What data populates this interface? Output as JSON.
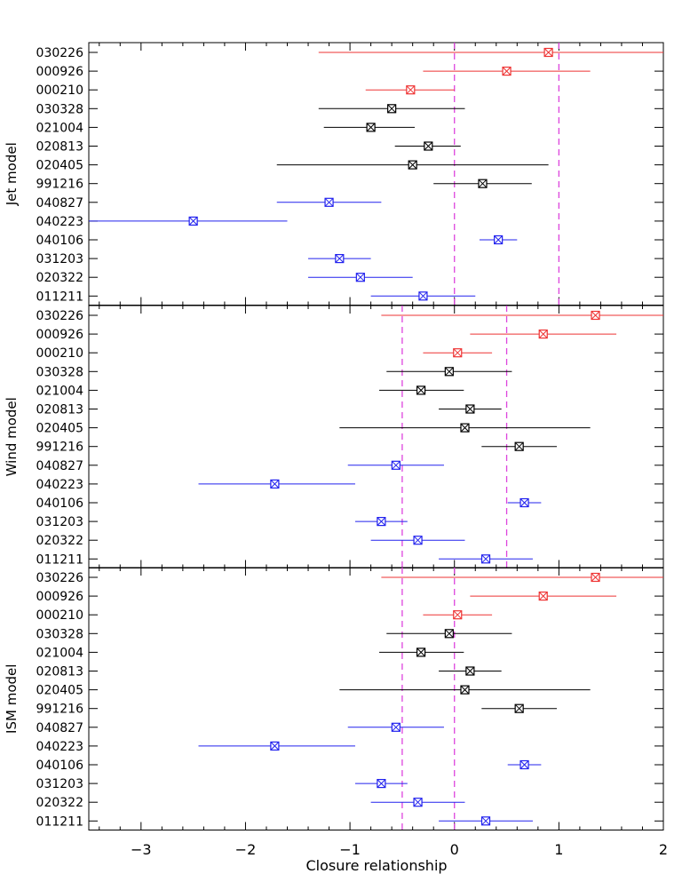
{
  "chart_data": [
    {
      "type": "scatter",
      "panel": "jet",
      "ylabel": "Jet model",
      "xlim": [
        -3.5,
        2
      ],
      "vlines": [
        0,
        1
      ],
      "points": [
        {
          "grb": "030226",
          "x": 0.9,
          "lo": -1.3,
          "hi": 2.0,
          "color": "red"
        },
        {
          "grb": "000926",
          "x": 0.5,
          "lo": -0.3,
          "hi": 1.3,
          "color": "red"
        },
        {
          "grb": "000210",
          "x": -0.42,
          "lo": -0.85,
          "hi": 0.0,
          "color": "red"
        },
        {
          "grb": "030328",
          "x": -0.6,
          "lo": -1.3,
          "hi": 0.1,
          "color": "black"
        },
        {
          "grb": "021004",
          "x": -0.8,
          "lo": -1.25,
          "hi": -0.38,
          "color": "black"
        },
        {
          "grb": "020813",
          "x": -0.25,
          "lo": -0.57,
          "hi": 0.06,
          "color": "black"
        },
        {
          "grb": "020405",
          "x": -0.4,
          "lo": -1.7,
          "hi": 0.9,
          "color": "black"
        },
        {
          "grb": "991216",
          "x": 0.27,
          "lo": -0.2,
          "hi": 0.74,
          "color": "black"
        },
        {
          "grb": "040827",
          "x": -1.2,
          "lo": -1.7,
          "hi": -0.7,
          "color": "blue"
        },
        {
          "grb": "040223",
          "x": -2.5,
          "lo": -3.5,
          "hi": -1.6,
          "color": "blue"
        },
        {
          "grb": "040106",
          "x": 0.42,
          "lo": 0.24,
          "hi": 0.6,
          "color": "blue"
        },
        {
          "grb": "031203",
          "x": -1.1,
          "lo": -1.4,
          "hi": -0.8,
          "color": "blue"
        },
        {
          "grb": "020322",
          "x": -0.9,
          "lo": -1.4,
          "hi": -0.4,
          "color": "blue"
        },
        {
          "grb": "011211",
          "x": -0.3,
          "lo": -0.8,
          "hi": 0.2,
          "color": "blue"
        }
      ]
    },
    {
      "type": "scatter",
      "panel": "wind",
      "ylabel": "Wind model",
      "xlim": [
        -3.5,
        2
      ],
      "vlines": [
        -0.5,
        0.5
      ],
      "points": [
        {
          "grb": "030226",
          "x": 1.35,
          "lo": -0.7,
          "hi": 2.0,
          "color": "red"
        },
        {
          "grb": "000926",
          "x": 0.85,
          "lo": 0.15,
          "hi": 1.55,
          "color": "red"
        },
        {
          "grb": "000210",
          "x": 0.03,
          "lo": -0.3,
          "hi": 0.36,
          "color": "red"
        },
        {
          "grb": "030328",
          "x": -0.05,
          "lo": -0.65,
          "hi": 0.55,
          "color": "black"
        },
        {
          "grb": "021004",
          "x": -0.32,
          "lo": -0.72,
          "hi": 0.09,
          "color": "black"
        },
        {
          "grb": "020813",
          "x": 0.15,
          "lo": -0.15,
          "hi": 0.45,
          "color": "black"
        },
        {
          "grb": "020405",
          "x": 0.1,
          "lo": -1.1,
          "hi": 1.3,
          "color": "black"
        },
        {
          "grb": "991216",
          "x": 0.62,
          "lo": 0.26,
          "hi": 0.98,
          "color": "black"
        },
        {
          "grb": "040827",
          "x": -0.56,
          "lo": -1.02,
          "hi": -0.1,
          "color": "blue"
        },
        {
          "grb": "040223",
          "x": -1.72,
          "lo": -2.45,
          "hi": -0.95,
          "color": "blue"
        },
        {
          "grb": "040106",
          "x": 0.67,
          "lo": 0.51,
          "hi": 0.83,
          "color": "blue"
        },
        {
          "grb": "031203",
          "x": -0.7,
          "lo": -0.95,
          "hi": -0.45,
          "color": "blue"
        },
        {
          "grb": "020322",
          "x": -0.35,
          "lo": -0.8,
          "hi": 0.1,
          "color": "blue"
        },
        {
          "grb": "011211",
          "x": 0.3,
          "lo": -0.15,
          "hi": 0.75,
          "color": "blue"
        }
      ]
    },
    {
      "type": "scatter",
      "panel": "ism",
      "ylabel": "ISM model",
      "xlim": [
        -3.5,
        2
      ],
      "vlines": [
        -0.5,
        0
      ],
      "points": [
        {
          "grb": "030226",
          "x": 1.35,
          "lo": -0.7,
          "hi": 2.0,
          "color": "red"
        },
        {
          "grb": "000926",
          "x": 0.85,
          "lo": 0.15,
          "hi": 1.55,
          "color": "red"
        },
        {
          "grb": "000210",
          "x": 0.03,
          "lo": -0.3,
          "hi": 0.36,
          "color": "red"
        },
        {
          "grb": "030328",
          "x": -0.05,
          "lo": -0.65,
          "hi": 0.55,
          "color": "black"
        },
        {
          "grb": "021004",
          "x": -0.32,
          "lo": -0.72,
          "hi": 0.09,
          "color": "black"
        },
        {
          "grb": "020813",
          "x": 0.15,
          "lo": -0.15,
          "hi": 0.45,
          "color": "black"
        },
        {
          "grb": "020405",
          "x": 0.1,
          "lo": -1.1,
          "hi": 1.3,
          "color": "black"
        },
        {
          "grb": "991216",
          "x": 0.62,
          "lo": 0.26,
          "hi": 0.98,
          "color": "black"
        },
        {
          "grb": "040827",
          "x": -0.56,
          "lo": -1.02,
          "hi": -0.1,
          "color": "blue"
        },
        {
          "grb": "040223",
          "x": -1.72,
          "lo": -2.45,
          "hi": -0.95,
          "color": "blue"
        },
        {
          "grb": "040106",
          "x": 0.67,
          "lo": 0.51,
          "hi": 0.83,
          "color": "blue"
        },
        {
          "grb": "031203",
          "x": -0.7,
          "lo": -0.95,
          "hi": -0.45,
          "color": "blue"
        },
        {
          "grb": "020322",
          "x": -0.35,
          "lo": -0.8,
          "hi": 0.1,
          "color": "blue"
        },
        {
          "grb": "011211",
          "x": 0.3,
          "lo": -0.15,
          "hi": 0.75,
          "color": "blue"
        }
      ]
    }
  ],
  "axis": {
    "xlabel": "Closure relationship",
    "xticks": [
      -3,
      -2,
      -1,
      0,
      1,
      2
    ],
    "xtick_labels": [
      "−3",
      "−2",
      "−1",
      "0",
      "1",
      "2"
    ]
  },
  "colors": {
    "red": "#ee3333",
    "black": "#000000",
    "blue": "#2222ee",
    "vline": "#dd44dd",
    "axis": "#000000"
  }
}
